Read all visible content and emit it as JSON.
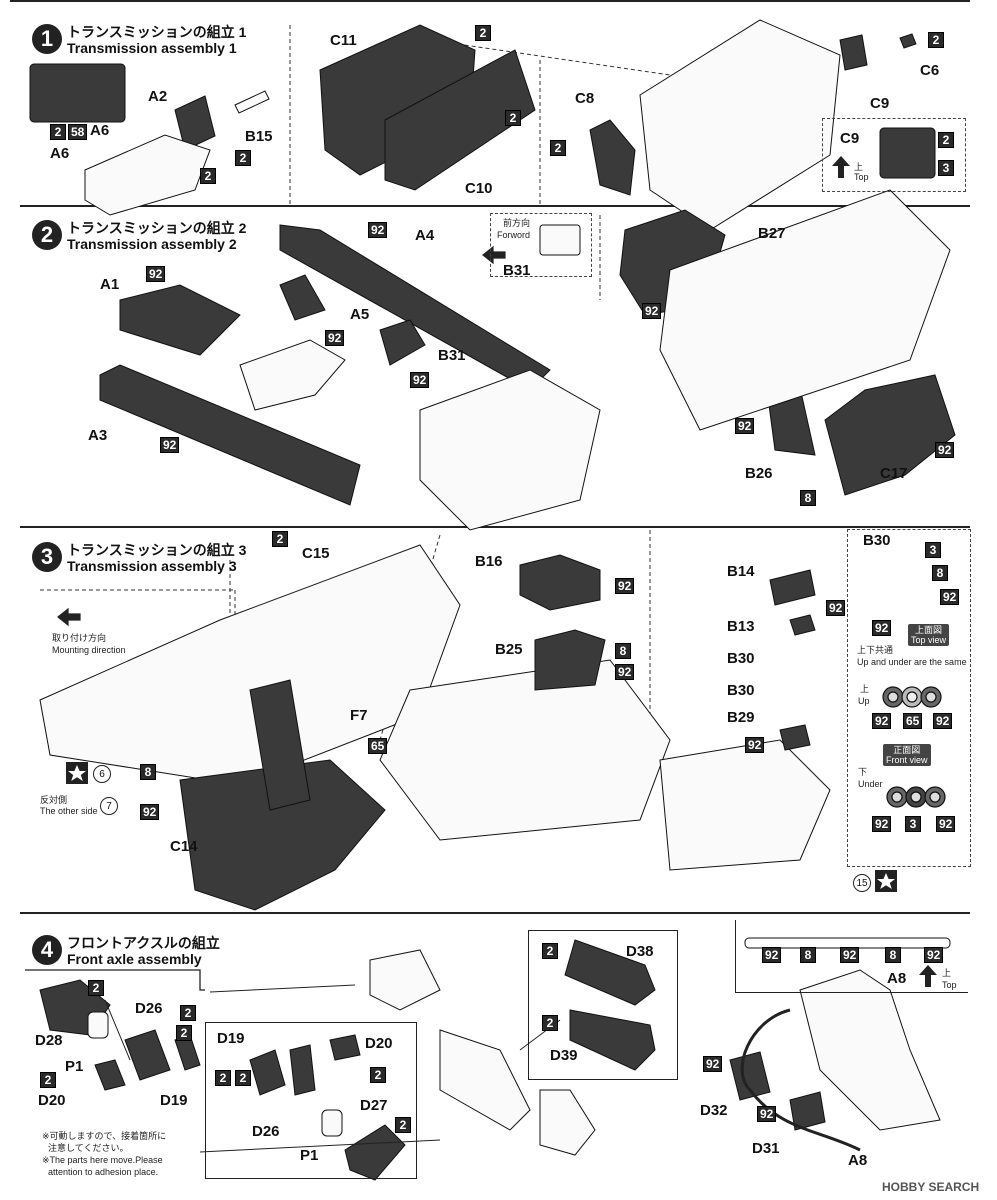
{
  "steps": [
    {
      "num": "1",
      "jp": "トランスミッションの組立 1",
      "en": "Transmission assembly 1"
    },
    {
      "num": "2",
      "jp": "トランスミッションの組立 2",
      "en": "Transmission assembly 2"
    },
    {
      "num": "3",
      "jp": "トランスミッションの組立 3",
      "en": "Transmission assembly 3"
    },
    {
      "num": "4",
      "jp": "フロントアクスルの組立",
      "en": "Front axle assembly"
    }
  ],
  "parts": {
    "A6": "A6",
    "A6b": "A6",
    "A2": "A2",
    "B15": "B15",
    "C11": "C11",
    "C10": "C10",
    "C8": "C8",
    "C6": "C6",
    "C9": "C9",
    "C9b": "C9",
    "A1": "A1",
    "A4": "A4",
    "A5": "A5",
    "A3": "A3",
    "B31": "B31",
    "B31b": "B31",
    "B27": "B27",
    "B26": "B26",
    "C17": "C17",
    "C15": "C15",
    "F7": "F7",
    "C14": "C14",
    "B16": "B16",
    "B25": "B25",
    "B14": "B14",
    "B13": "B13",
    "B30": "B30",
    "B30b": "B30",
    "B30c": "B30",
    "B29": "B29",
    "D28": "D28",
    "D26": "D26",
    "P1": "P1",
    "D20": "D20",
    "D19": "D19",
    "D19b": "D19",
    "D20b": "D20",
    "D26b": "D26",
    "D27": "D27",
    "P1b": "P1",
    "D38": "D38",
    "D39": "D39",
    "D32": "D32",
    "D31": "D31",
    "A8": "A8",
    "A8b": "A8"
  },
  "colors": {
    "c2": "2",
    "c58": "58",
    "c92": "92",
    "c3": "3",
    "c8": "8",
    "c65": "65"
  },
  "notes": {
    "forward_jp": "前方向",
    "forward_en": "Forword",
    "mount_jp": "取り付け方向",
    "mount_en": "Mounting direction",
    "other_jp": "反対側",
    "other_en": "The other side",
    "other_num": "7",
    "star_num": "6",
    "top_jp": "上",
    "top_en": "Top",
    "updown_jp": "上下共通",
    "updown_en": "Up and under are the same",
    "topview_jp": "上面図",
    "topview_en": "Top view",
    "up_jp": "上",
    "up_en": "Up",
    "front_jp": "正面図",
    "front_en": "Front view",
    "under_jp": "下",
    "under_en": "Under",
    "star15": "15",
    "move_jp1": "※可動しますので、接着箇所に",
    "move_jp2": "注意してください。",
    "move_en1": "※The parts here move.Please",
    "move_en2": "attention to adhesion place.",
    "watermark": "HOBBY SEARCH"
  }
}
